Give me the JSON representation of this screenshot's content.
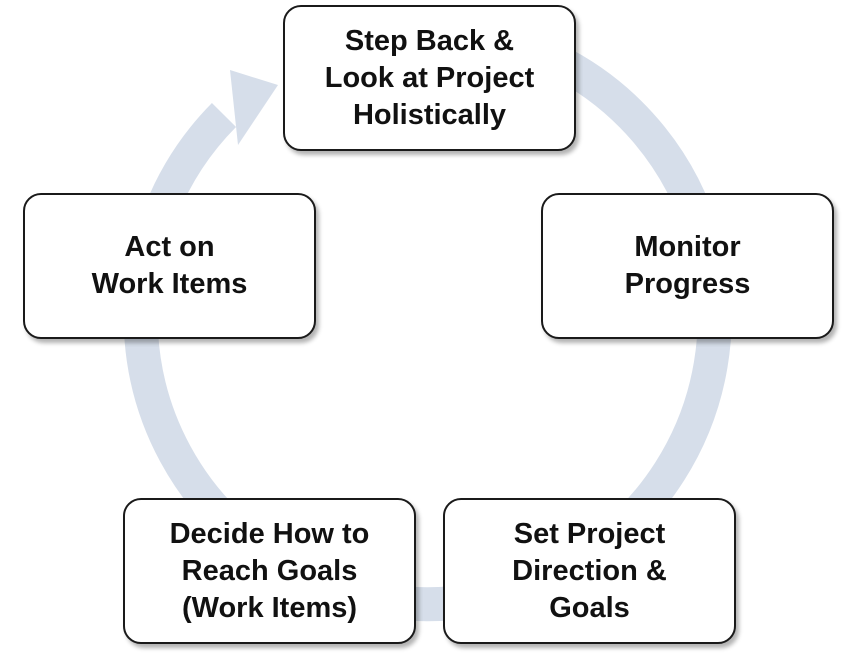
{
  "diagram": {
    "type": "cycle",
    "ring_color": "#D6DEEA",
    "node_border_color": "#1A1A1A",
    "nodes": [
      {
        "id": "step-back",
        "label": "Step Back &\nLook at Project\nHolistically"
      },
      {
        "id": "monitor",
        "label": "Monitor\nProgress"
      },
      {
        "id": "set-direction",
        "label": "Set Project\nDirection &\nGoals"
      },
      {
        "id": "decide",
        "label": "Decide How to\nReach Goals\n(Work Items)"
      },
      {
        "id": "act",
        "label": "Act on\nWork Items"
      }
    ]
  }
}
